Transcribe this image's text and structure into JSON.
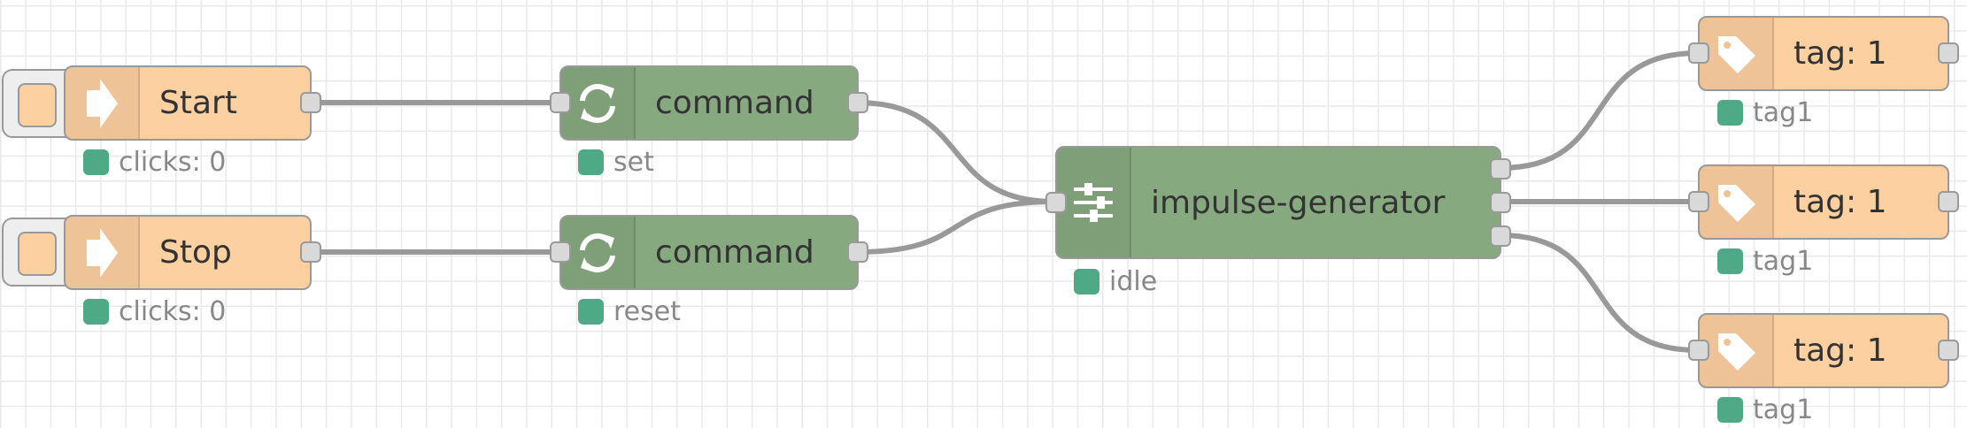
{
  "flow": {
    "colors": {
      "inject_node": "#fdd0a2",
      "function_node": "#87a980",
      "wire": "#999999",
      "status_dot": "#4ea986"
    },
    "nodes": {
      "start": {
        "label": "Start",
        "icon": "arrow-right-icon",
        "status": "clicks: 0"
      },
      "stop": {
        "label": "Stop",
        "icon": "arrow-right-icon",
        "status": "clicks: 0"
      },
      "command_set": {
        "label": "command",
        "icon": "sync-icon",
        "status": "set"
      },
      "command_reset": {
        "label": "command",
        "icon": "sync-icon",
        "status": "reset"
      },
      "impulse": {
        "label": "impulse-generator",
        "icon": "sliders-icon",
        "status": "idle"
      },
      "tag_1": {
        "label": "tag: 1",
        "icon": "tag-icon",
        "status": "tag1"
      },
      "tag_2": {
        "label": "tag: 1",
        "icon": "tag-icon",
        "status": "tag1"
      },
      "tag_3": {
        "label": "tag: 1",
        "icon": "tag-icon",
        "status": "tag1"
      }
    }
  }
}
